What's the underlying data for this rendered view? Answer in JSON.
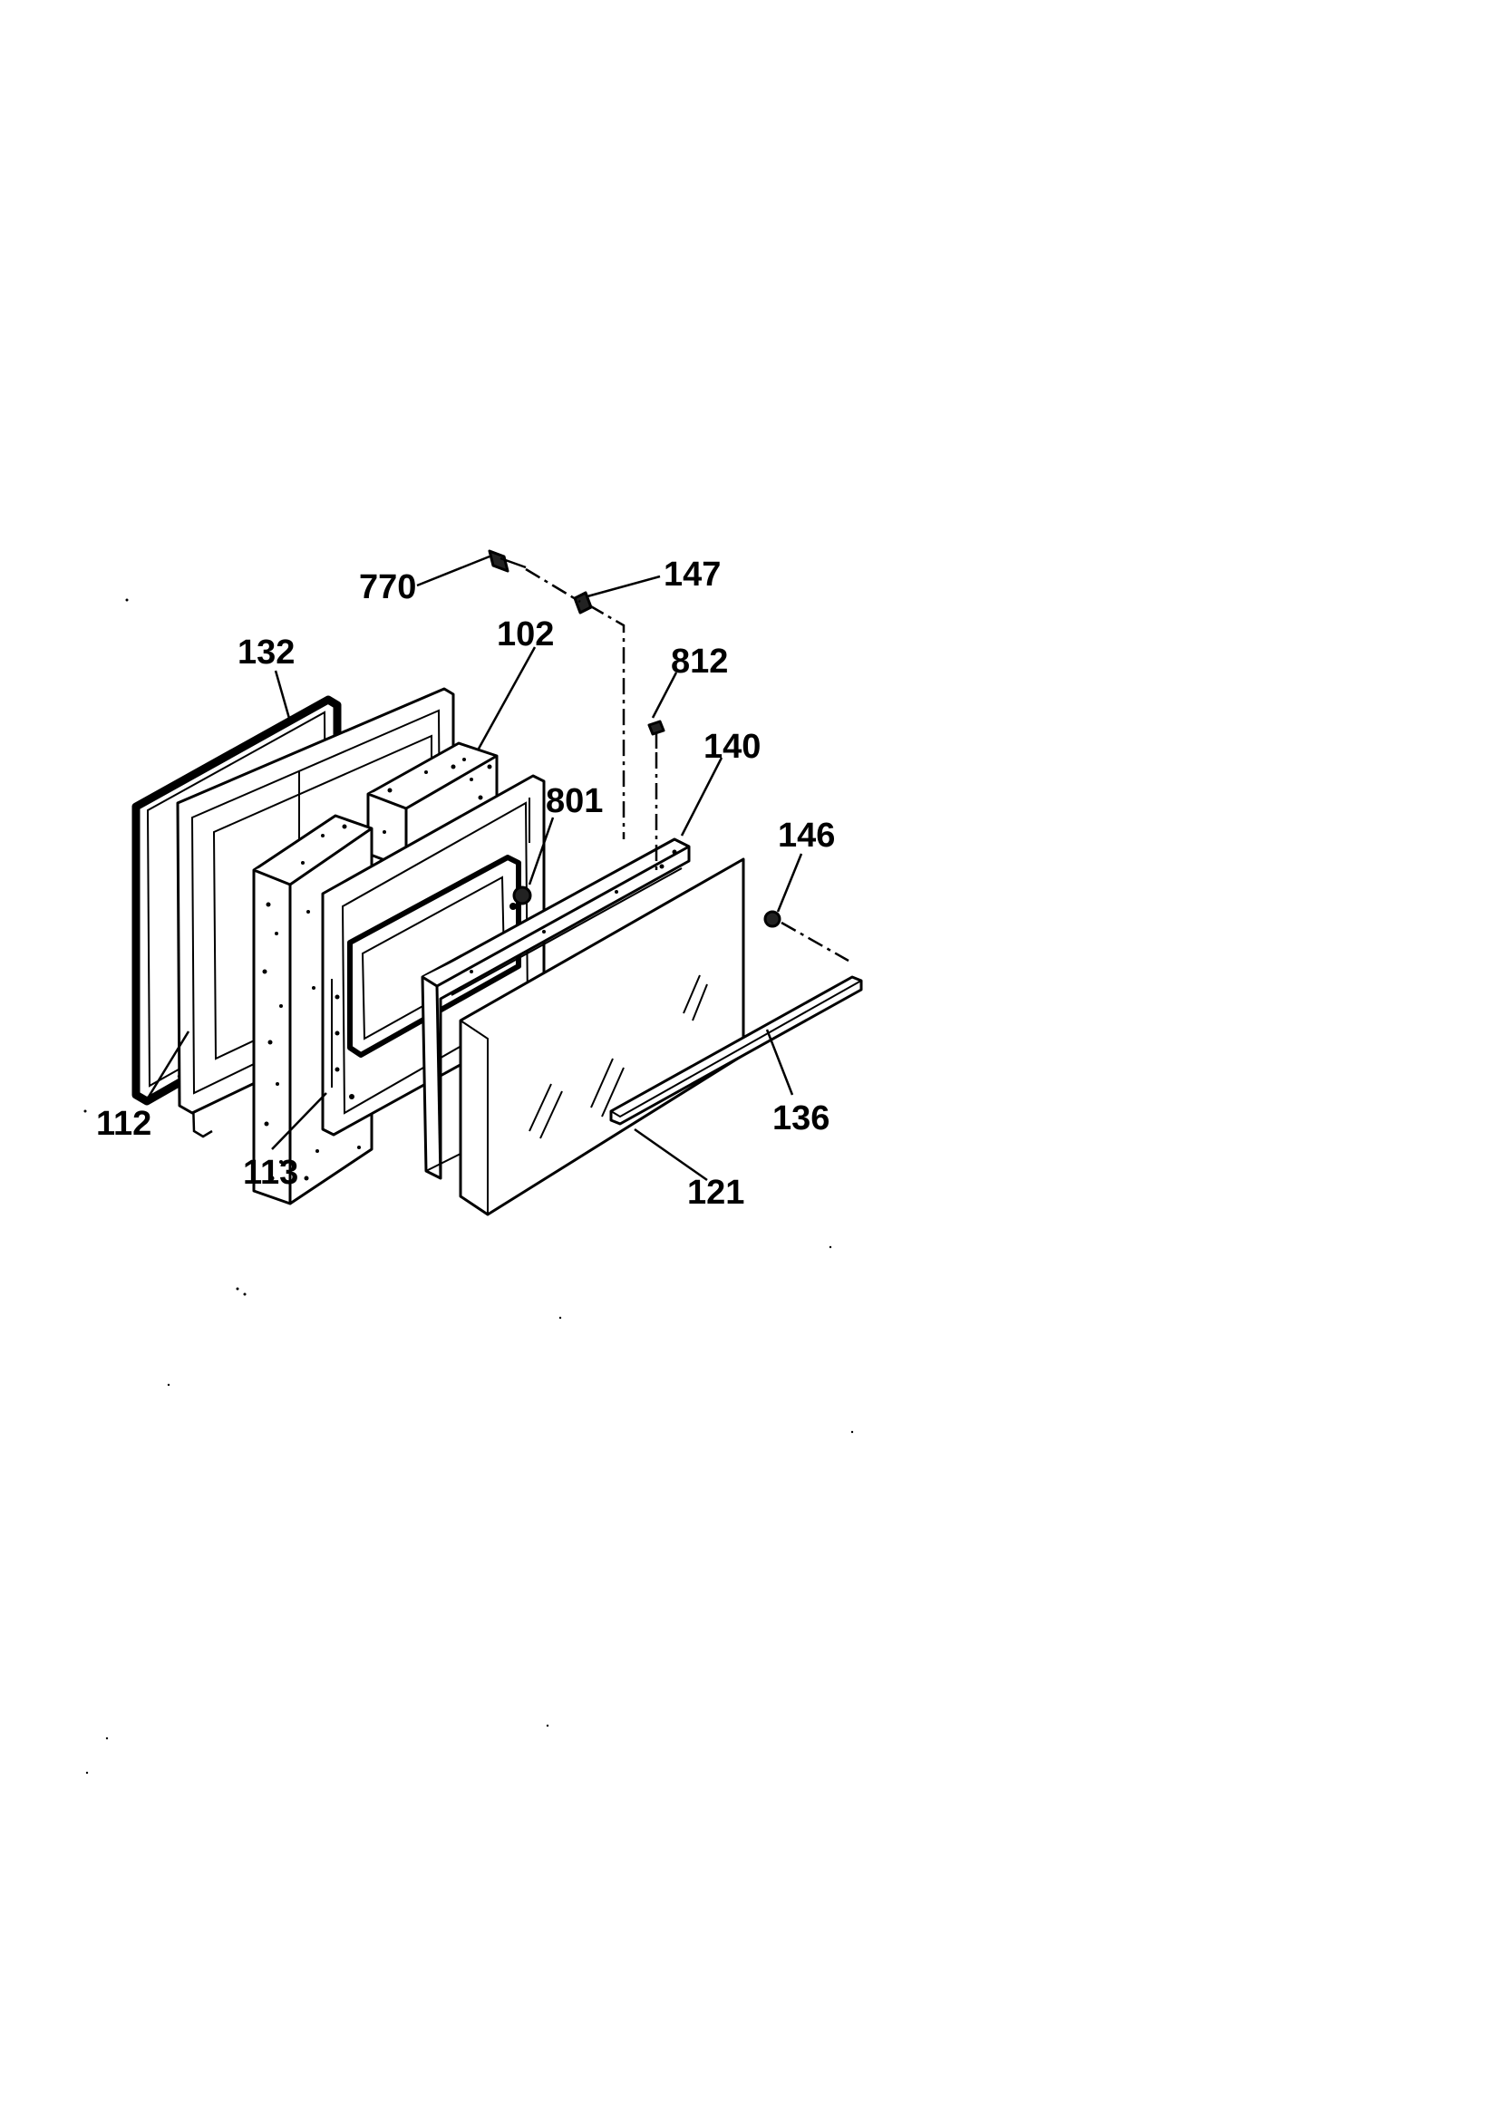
{
  "diagram": {
    "callouts": [
      {
        "id": "770",
        "text": "770"
      },
      {
        "id": "147",
        "text": "147"
      },
      {
        "id": "132",
        "text": "132"
      },
      {
        "id": "102",
        "text": "102"
      },
      {
        "id": "812",
        "text": "812"
      },
      {
        "id": "140",
        "text": "140"
      },
      {
        "id": "801",
        "text": "801"
      },
      {
        "id": "146",
        "text": "146"
      },
      {
        "id": "112",
        "text": "112"
      },
      {
        "id": "136",
        "text": "136"
      },
      {
        "id": "113",
        "text": "113"
      },
      {
        "id": "121",
        "text": "121"
      }
    ]
  }
}
